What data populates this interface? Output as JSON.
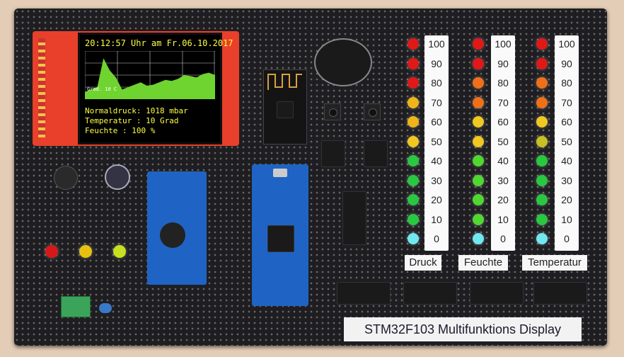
{
  "display": {
    "clock": "20:12:57 Uhr am Fr.06.10.2017",
    "graph_label": "Grad. 10 C",
    "lines": [
      "Normaldruck: 1018 mbar",
      "Temperatur : 10 Grad",
      "Feuchte    : 100 %"
    ]
  },
  "scale_values": [
    "100",
    "90",
    "80",
    "70",
    "60",
    "50",
    "40",
    "30",
    "20",
    "10",
    "0"
  ],
  "bars": [
    {
      "label": "Druck",
      "leds": [
        "#e01818",
        "#e01818",
        "#e01818",
        "#f0b418",
        "#f0b418",
        "#f0c820",
        "#28c840",
        "#28c840",
        "#28c840",
        "#28c840",
        "#70e8f0"
      ]
    },
    {
      "label": "Feuchte",
      "leds": [
        "#e01818",
        "#e01818",
        "#f07018",
        "#f07018",
        "#f0c820",
        "#f0c820",
        "#50d830",
        "#50d830",
        "#50d830",
        "#50d830",
        "#70e8f0"
      ]
    },
    {
      "label": "Temperatur",
      "leds": [
        "#e01818",
        "#e01818",
        "#f07018",
        "#f07018",
        "#f0c820",
        "#c8c020",
        "#28c840",
        "#28c840",
        "#28c840",
        "#28c840",
        "#70e8f0"
      ]
    }
  ],
  "status_leds": [
    "#d81818",
    "#e8c010",
    "#c8e020"
  ],
  "board_title": "STM32F103 Multifunktions Display",
  "chart_curve": [
    0.15,
    0.2,
    0.25,
    0.85,
    0.6,
    0.45,
    0.2,
    0.25,
    0.3,
    0.35,
    0.28,
    0.3,
    0.35,
    0.4,
    0.38,
    0.42,
    0.5,
    0.48,
    0.45,
    0.52,
    0.55,
    0.5
  ]
}
